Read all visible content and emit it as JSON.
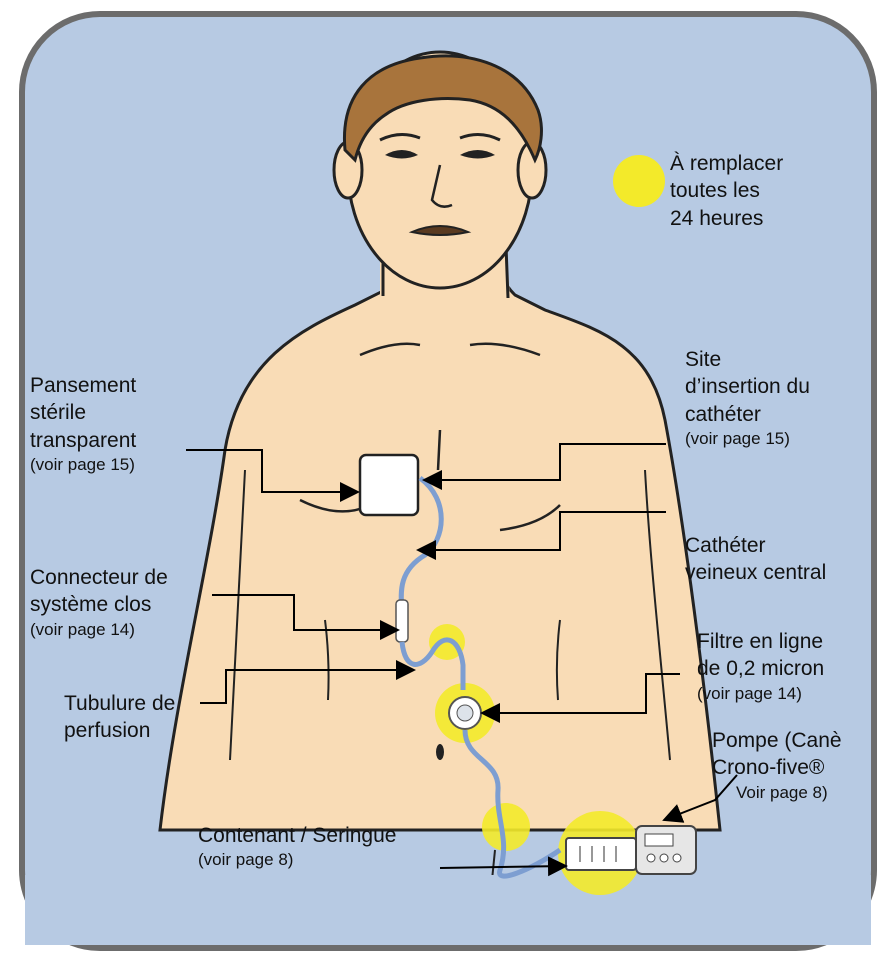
{
  "legend": {
    "lines": [
      "À remplacer",
      "toutes les",
      "24 heures"
    ],
    "marker_color": "#f3ea2a"
  },
  "labels": {
    "pansement": {
      "lines": [
        "Pansement",
        "stérile",
        "transparent"
      ],
      "ref": "(voir page 15)"
    },
    "site": {
      "lines": [
        "Site",
        "d’insertion du",
        "cathéter"
      ],
      "ref": "(voir page 15)"
    },
    "catheter": {
      "lines": [
        "Cathéter",
        "veineux central"
      ]
    },
    "connecteur": {
      "lines": [
        "Connecteur de",
        "système clos"
      ],
      "ref": "(voir page 14)"
    },
    "filtre": {
      "lines": [
        "Filtre en ligne",
        "de 0,2 micron"
      ],
      "ref": "(voir page 14)"
    },
    "tubulure": {
      "lines": [
        "Tubulure de",
        "perfusion"
      ]
    },
    "pompe": {
      "lines": [
        "Pompe (Canè",
        "Crono-five®"
      ],
      "ref": "Voir page 8)"
    },
    "contenant": {
      "lines": [
        "Contenant / Seringue"
      ],
      "ref": "(voir page 8)"
    }
  },
  "colors": {
    "background_panel": "#b7cae3",
    "panel_border": "#6c6c6c",
    "skin": "#f9dcb6",
    "hair": "#a8743c",
    "tube": "#7d9ed1",
    "highlight": "#f3ea2a"
  }
}
